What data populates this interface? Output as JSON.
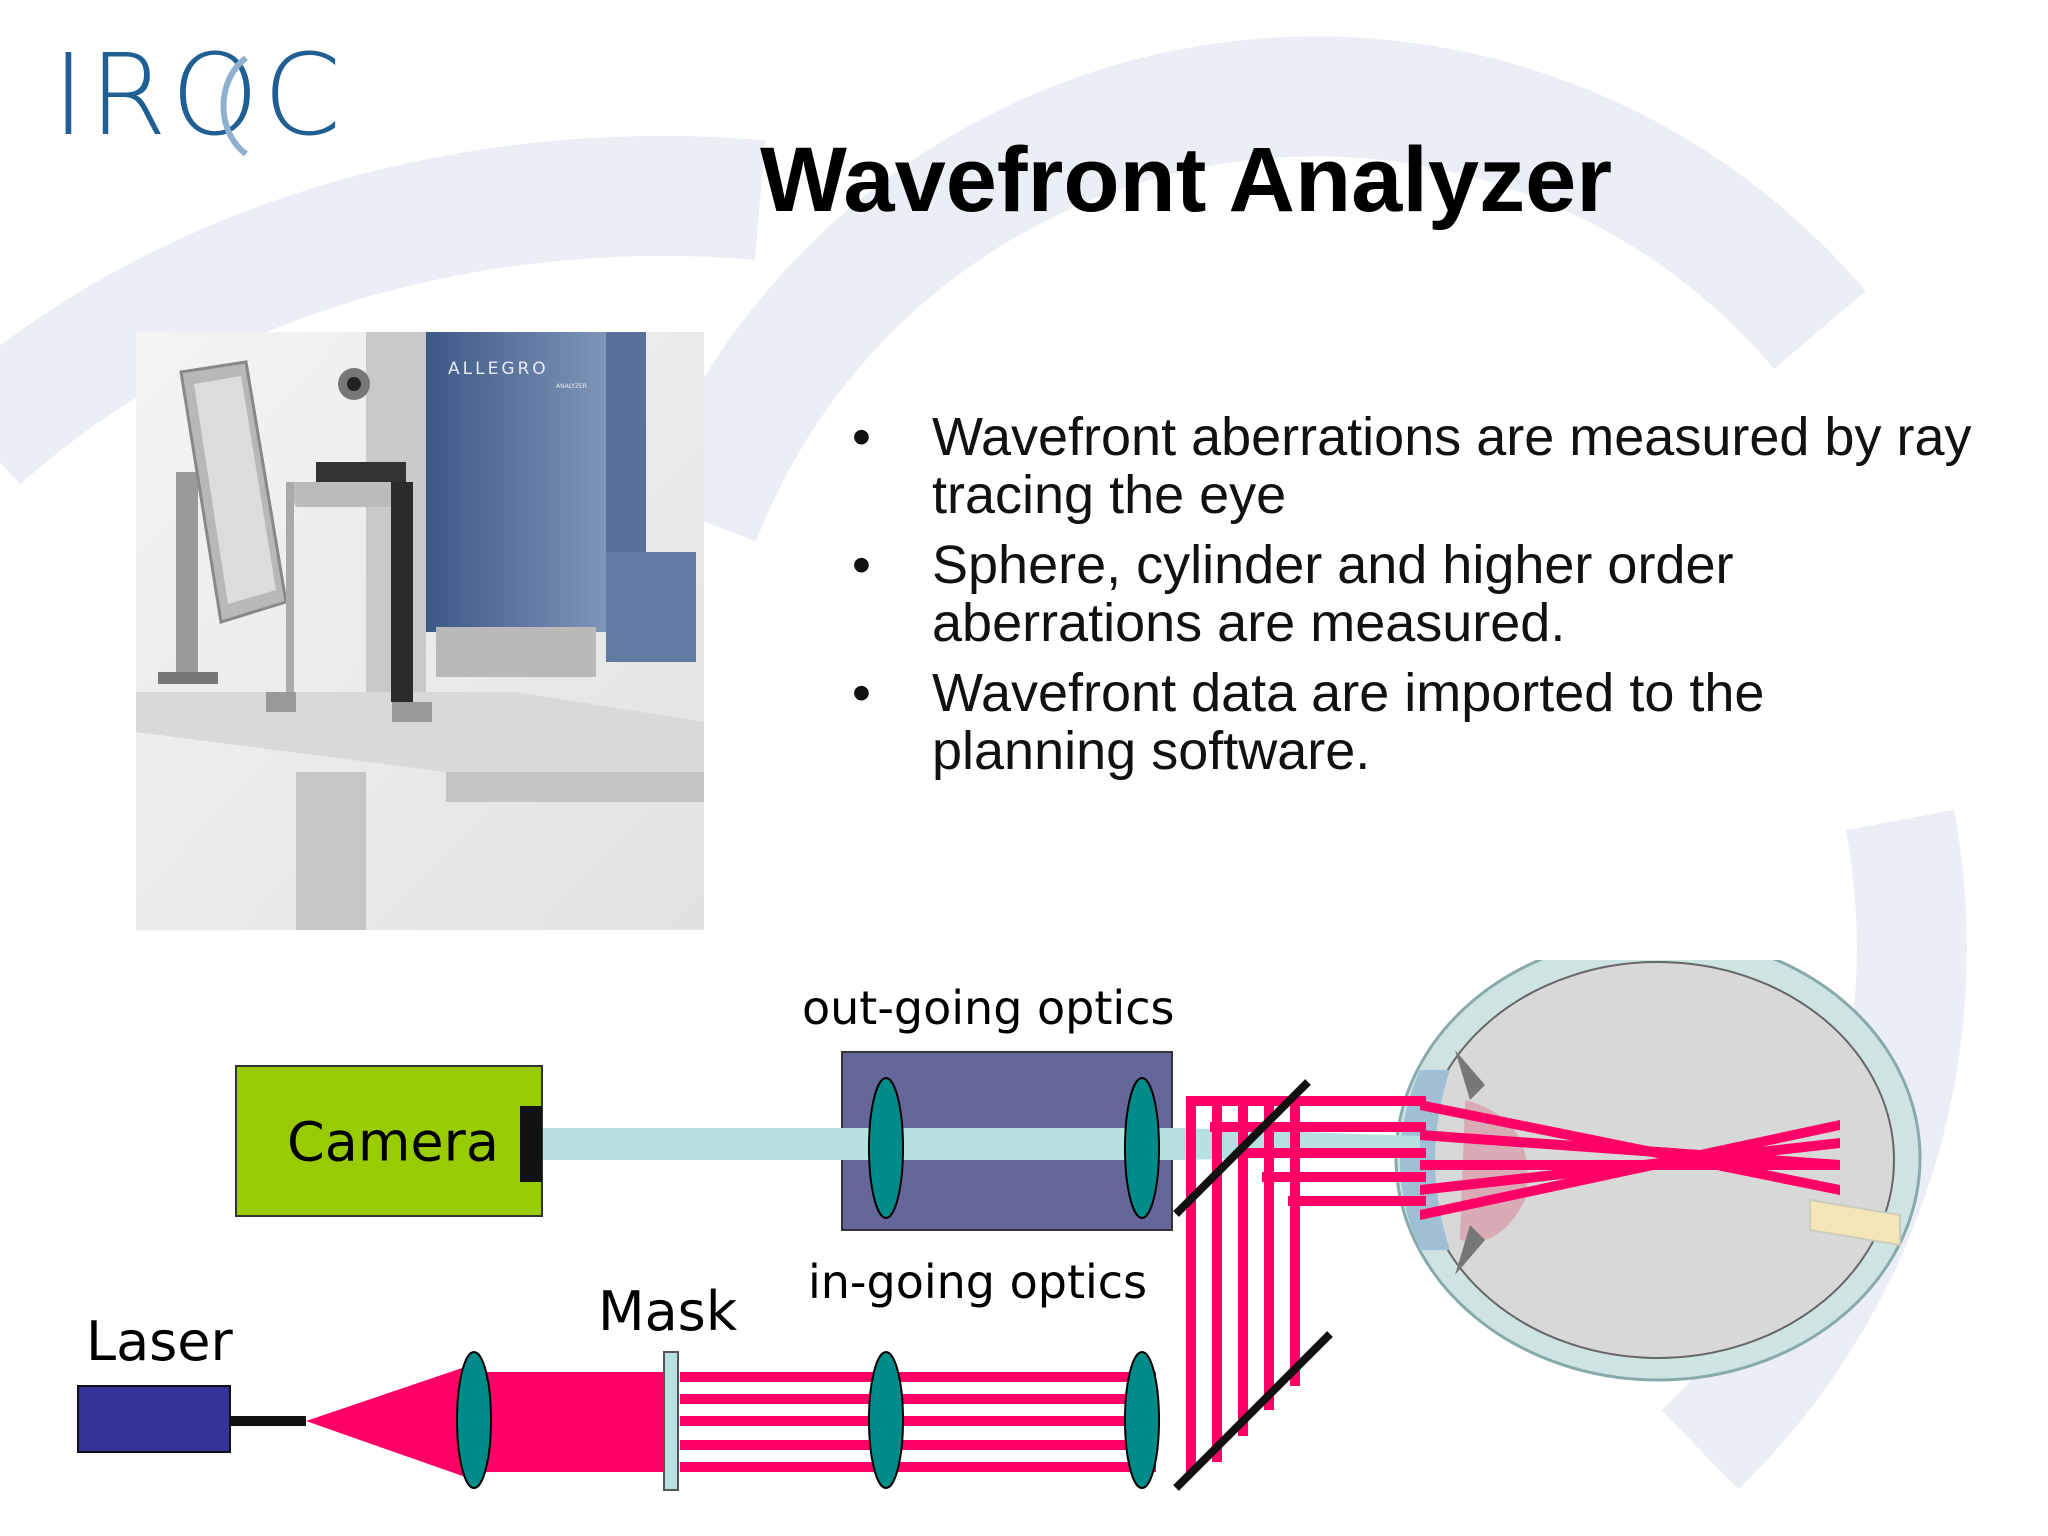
{
  "logo": {
    "text": "IROC"
  },
  "title": "Wavefront Analyzer",
  "bullets": [
    "Wavefront aberrations are measured by ray tracing the eye",
    "Sphere, cylinder and higher order aberrations are measured.",
    "Wavefront data are imported to the planning software."
  ],
  "photo": {
    "brand": "ALLEGRO",
    "sub": "ANALYZER"
  },
  "diagram": {
    "camera": "Camera",
    "outgoing": "out-going optics",
    "ingoing": "in-going optics",
    "mask": "Mask",
    "laser": "Laser"
  },
  "colors": {
    "logo": "#1f5f94",
    "camera": "#99cc00",
    "optics_box": "#66669a",
    "lens": "#008b8b",
    "beam_out": "#b7e1e1",
    "beam_in": "#ff0066",
    "laser": "#333399"
  }
}
